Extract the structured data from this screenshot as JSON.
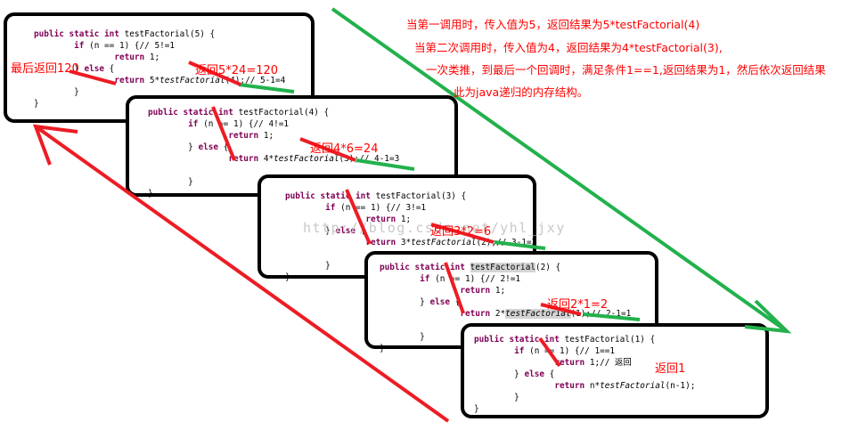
{
  "frames": [
    {
      "sig": {
        "kw": "public static int",
        "name": " testFactorial(5) {"
      },
      "if_line": {
        "kw": "if",
        "rest": " (n == 1) {// 5!=1"
      },
      "ret1": {
        "kw": "return",
        "rest": " 1;"
      },
      "else_line": {
        "pre": "} ",
        "kw": "else",
        "rest": " {"
      },
      "ret2": {
        "kw": "return",
        "pre": " 5*",
        "call": "testFactorial",
        "post": "(4);// 5-1=4"
      },
      "brace_inner": "}",
      "brace_outer": "}"
    },
    {
      "sig": {
        "kw": "public static int",
        "name": " testFactorial(4) {"
      },
      "if_line": {
        "kw": "if",
        "rest": " (n == 1) {// 4!=1"
      },
      "ret1": {
        "kw": "return",
        "rest": " 1;"
      },
      "else_line": {
        "pre": "} ",
        "kw": "else",
        "rest": " {"
      },
      "ret2": {
        "kw": "return",
        "pre": " 4*",
        "call": "testFactorial",
        "post": "(3);// 4-1=3"
      },
      "brace_inner": "}",
      "brace_outer": "}"
    },
    {
      "sig": {
        "kw": "public static int",
        "name": " testFactorial(3) {"
      },
      "if_line": {
        "kw": "if",
        "rest": " (n == 1) {// 3!=1"
      },
      "ret1": {
        "kw": "return",
        "rest": " 1;"
      },
      "else_line": {
        "pre": "} ",
        "kw": "else",
        "rest": " {"
      },
      "ret2": {
        "kw": "return",
        "pre": " 3*",
        "call": "testFactorial",
        "post": "(2);// 3-1=2"
      },
      "brace_inner": "}",
      "brace_outer": "}"
    },
    {
      "sig": {
        "kw": "public static int",
        "sp": " ",
        "name": "testFactorial",
        "post": "(2) {"
      },
      "if_line": {
        "kw": "if",
        "rest": " (n == 1) {// 2!=1"
      },
      "ret1": {
        "kw": "return",
        "rest": " 1;"
      },
      "else_line": {
        "pre": "} ",
        "kw": "else",
        "rest": " {"
      },
      "ret2": {
        "kw": "return",
        "pre": " 2*",
        "call": "testFactorial",
        "post": "(1);// 2-1=1"
      },
      "brace_inner": "}",
      "brace_outer": "}"
    },
    {
      "sig": {
        "kw": "public static int",
        "name": " testFactorial(1) {"
      },
      "if_line": {
        "kw": "if",
        "rest": " (n == 1) {// 1==1"
      },
      "ret1": {
        "kw": "return",
        "rest": " 1;// 返回"
      },
      "else_line": {
        "pre": "} ",
        "kw": "else",
        "rest": " {"
      },
      "ret2": {
        "kw": "return",
        "pre": " n*",
        "call": "testFactorial",
        "post": "(n-1);"
      },
      "brace_inner": "}",
      "brace_outer": "}"
    }
  ],
  "annotations": {
    "final_return": "最后返回120",
    "ret_5": "返回5*24=120",
    "ret_4": "返回4*6=24",
    "ret_3": "返回3*2=6",
    "ret_2": "返回2*1=2",
    "ret_1": "返回1"
  },
  "notes": [
    "当第一调用时，传入值为5，返回结果为5*testFactorial(4)",
    "当第二次调用时，传入值为4，返回结果为4*testFactorial(3),",
    "一次类推，到最后一个回调时，满足条件1==1,返回结果为1，然后依次返回结果",
    "此为java递归的内存结构。"
  ],
  "watermark": "http://blog.csdn.net/yhl_jxy",
  "colors": {
    "annotation": "#ff0000",
    "call_arrow": "#22b14c",
    "return_arrow": "#ed1c24",
    "keyword": "#7f0055",
    "border": "#000000"
  }
}
